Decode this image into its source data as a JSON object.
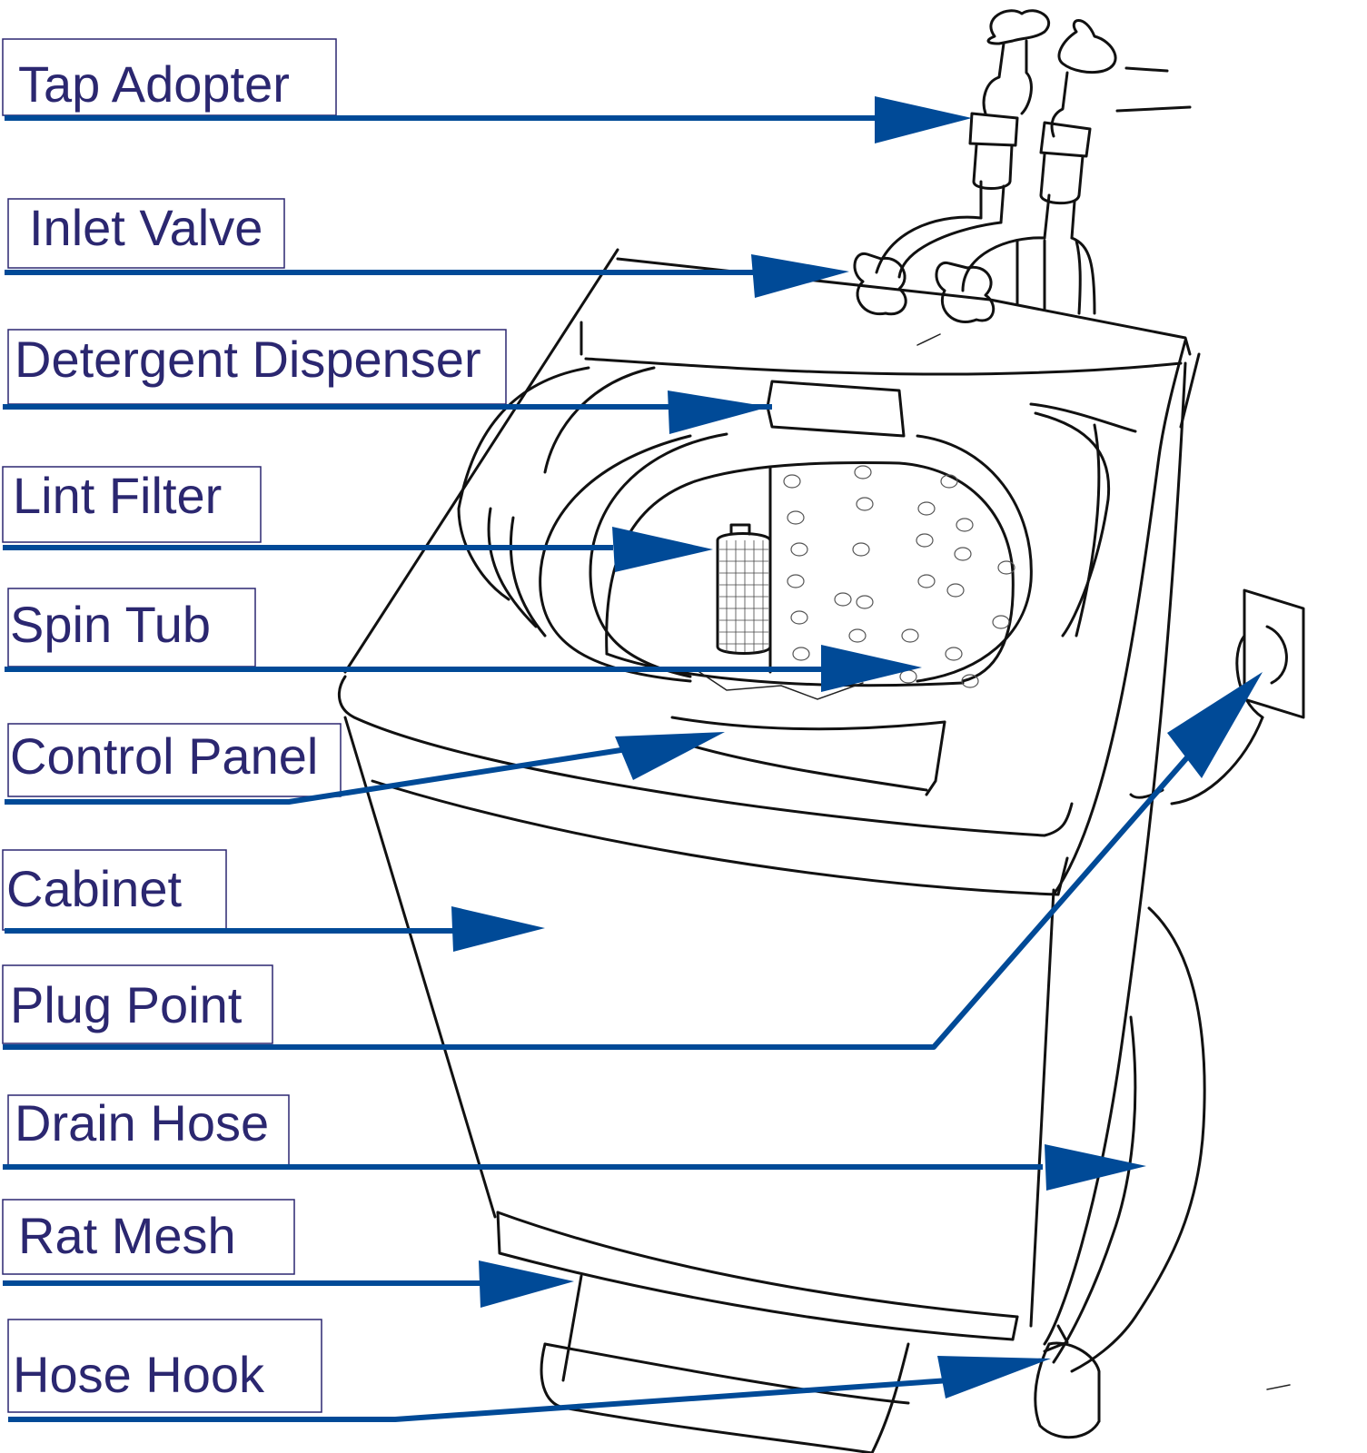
{
  "labels": [
    {
      "id": "tap-adopter",
      "text": "Tap Adopter"
    },
    {
      "id": "inlet-valve",
      "text": "Inlet Valve"
    },
    {
      "id": "detergent-dispenser",
      "text": "Detergent Dispenser"
    },
    {
      "id": "lint-filter",
      "text": "Lint Filter"
    },
    {
      "id": "spin-tub",
      "text": "Spin Tub"
    },
    {
      "id": "control-panel",
      "text": "Control Panel"
    },
    {
      "id": "cabinet",
      "text": "Cabinet"
    },
    {
      "id": "plug-point",
      "text": "Plug Point"
    },
    {
      "id": "drain-hose",
      "text": "Drain Hose"
    },
    {
      "id": "rat-mesh",
      "text": "Rat Mesh"
    },
    {
      "id": "hose-hook",
      "text": "Hose Hook"
    }
  ],
  "colors": {
    "arrow": "#004a97",
    "label_text": "#2b2770",
    "sketch": "#111111"
  }
}
